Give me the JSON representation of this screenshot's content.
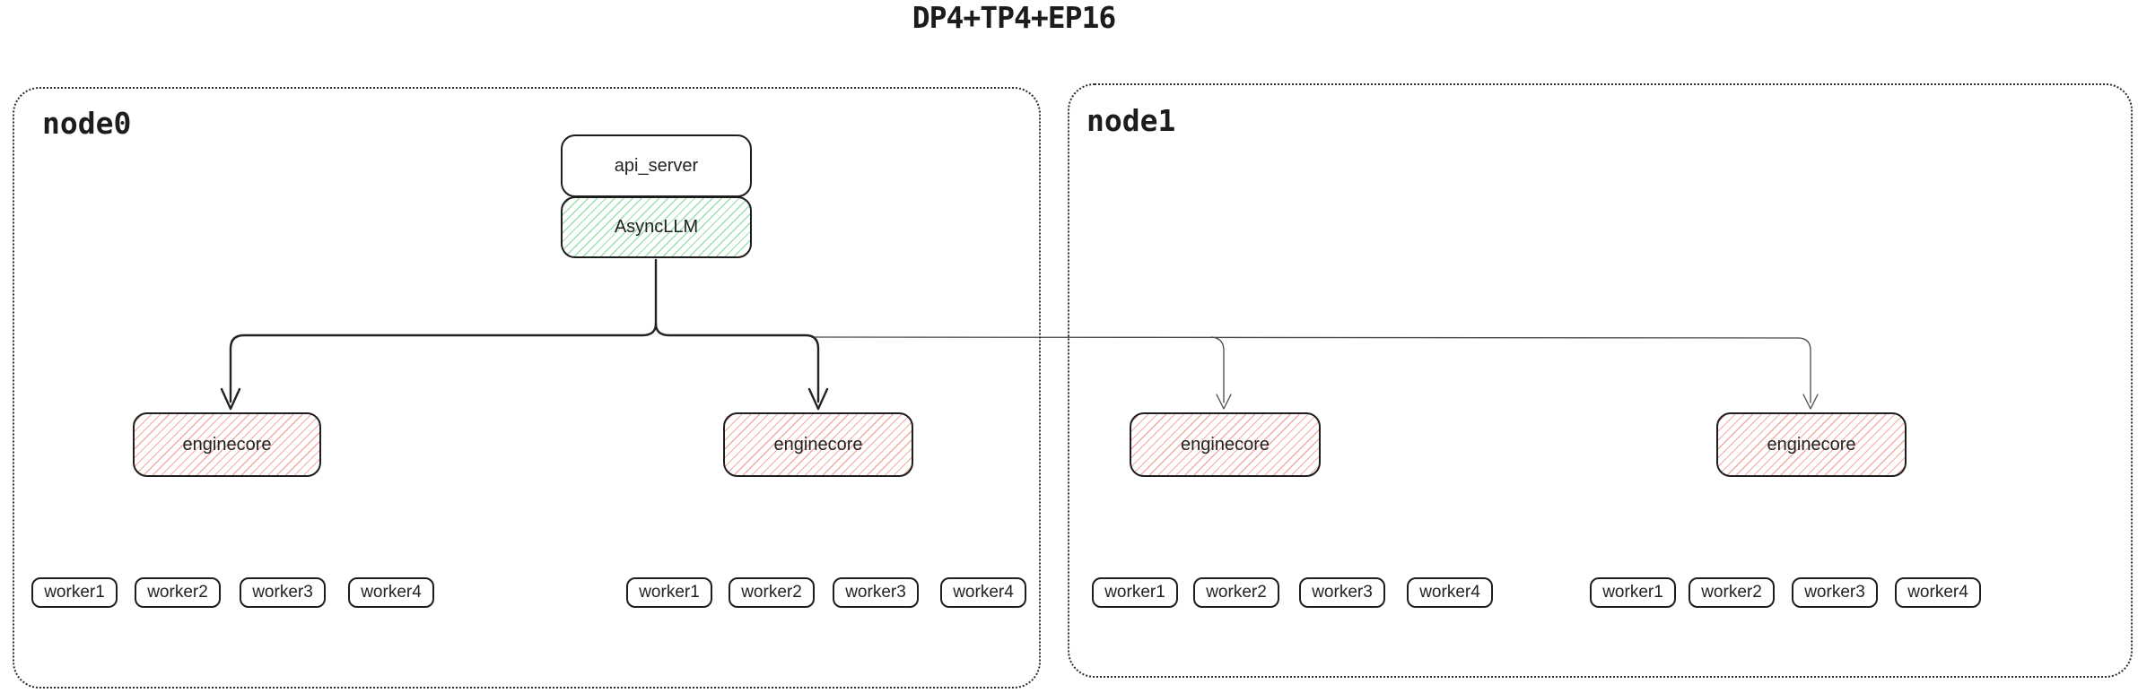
{
  "title": "DP4+TP4+EP16",
  "nodes": [
    {
      "label": "node0"
    },
    {
      "label": "node1"
    }
  ],
  "api_server": {
    "label": "api_server"
  },
  "async_llm": {
    "label": "AsyncLLM"
  },
  "enginecores": [
    {
      "label": "enginecore"
    },
    {
      "label": "enginecore"
    },
    {
      "label": "enginecore"
    },
    {
      "label": "enginecore"
    }
  ],
  "worker_groups": [
    [
      "worker1",
      "worker2",
      "worker3",
      "worker4"
    ],
    [
      "worker1",
      "worker2",
      "worker3",
      "worker4"
    ],
    [
      "worker1",
      "worker2",
      "worker3",
      "worker4"
    ],
    [
      "worker1",
      "worker2",
      "worker3",
      "worker4"
    ]
  ],
  "colors": {
    "box_stroke": "#1e1e1e",
    "node_border": "#2e2e2e",
    "text": "#1f1f1f",
    "hatch_green": "#9be0ad",
    "hatch_red": "#f3aba4",
    "connector_primary": "#232323",
    "connector_secondary": "#4a4a4a",
    "background": "#ffffff"
  }
}
